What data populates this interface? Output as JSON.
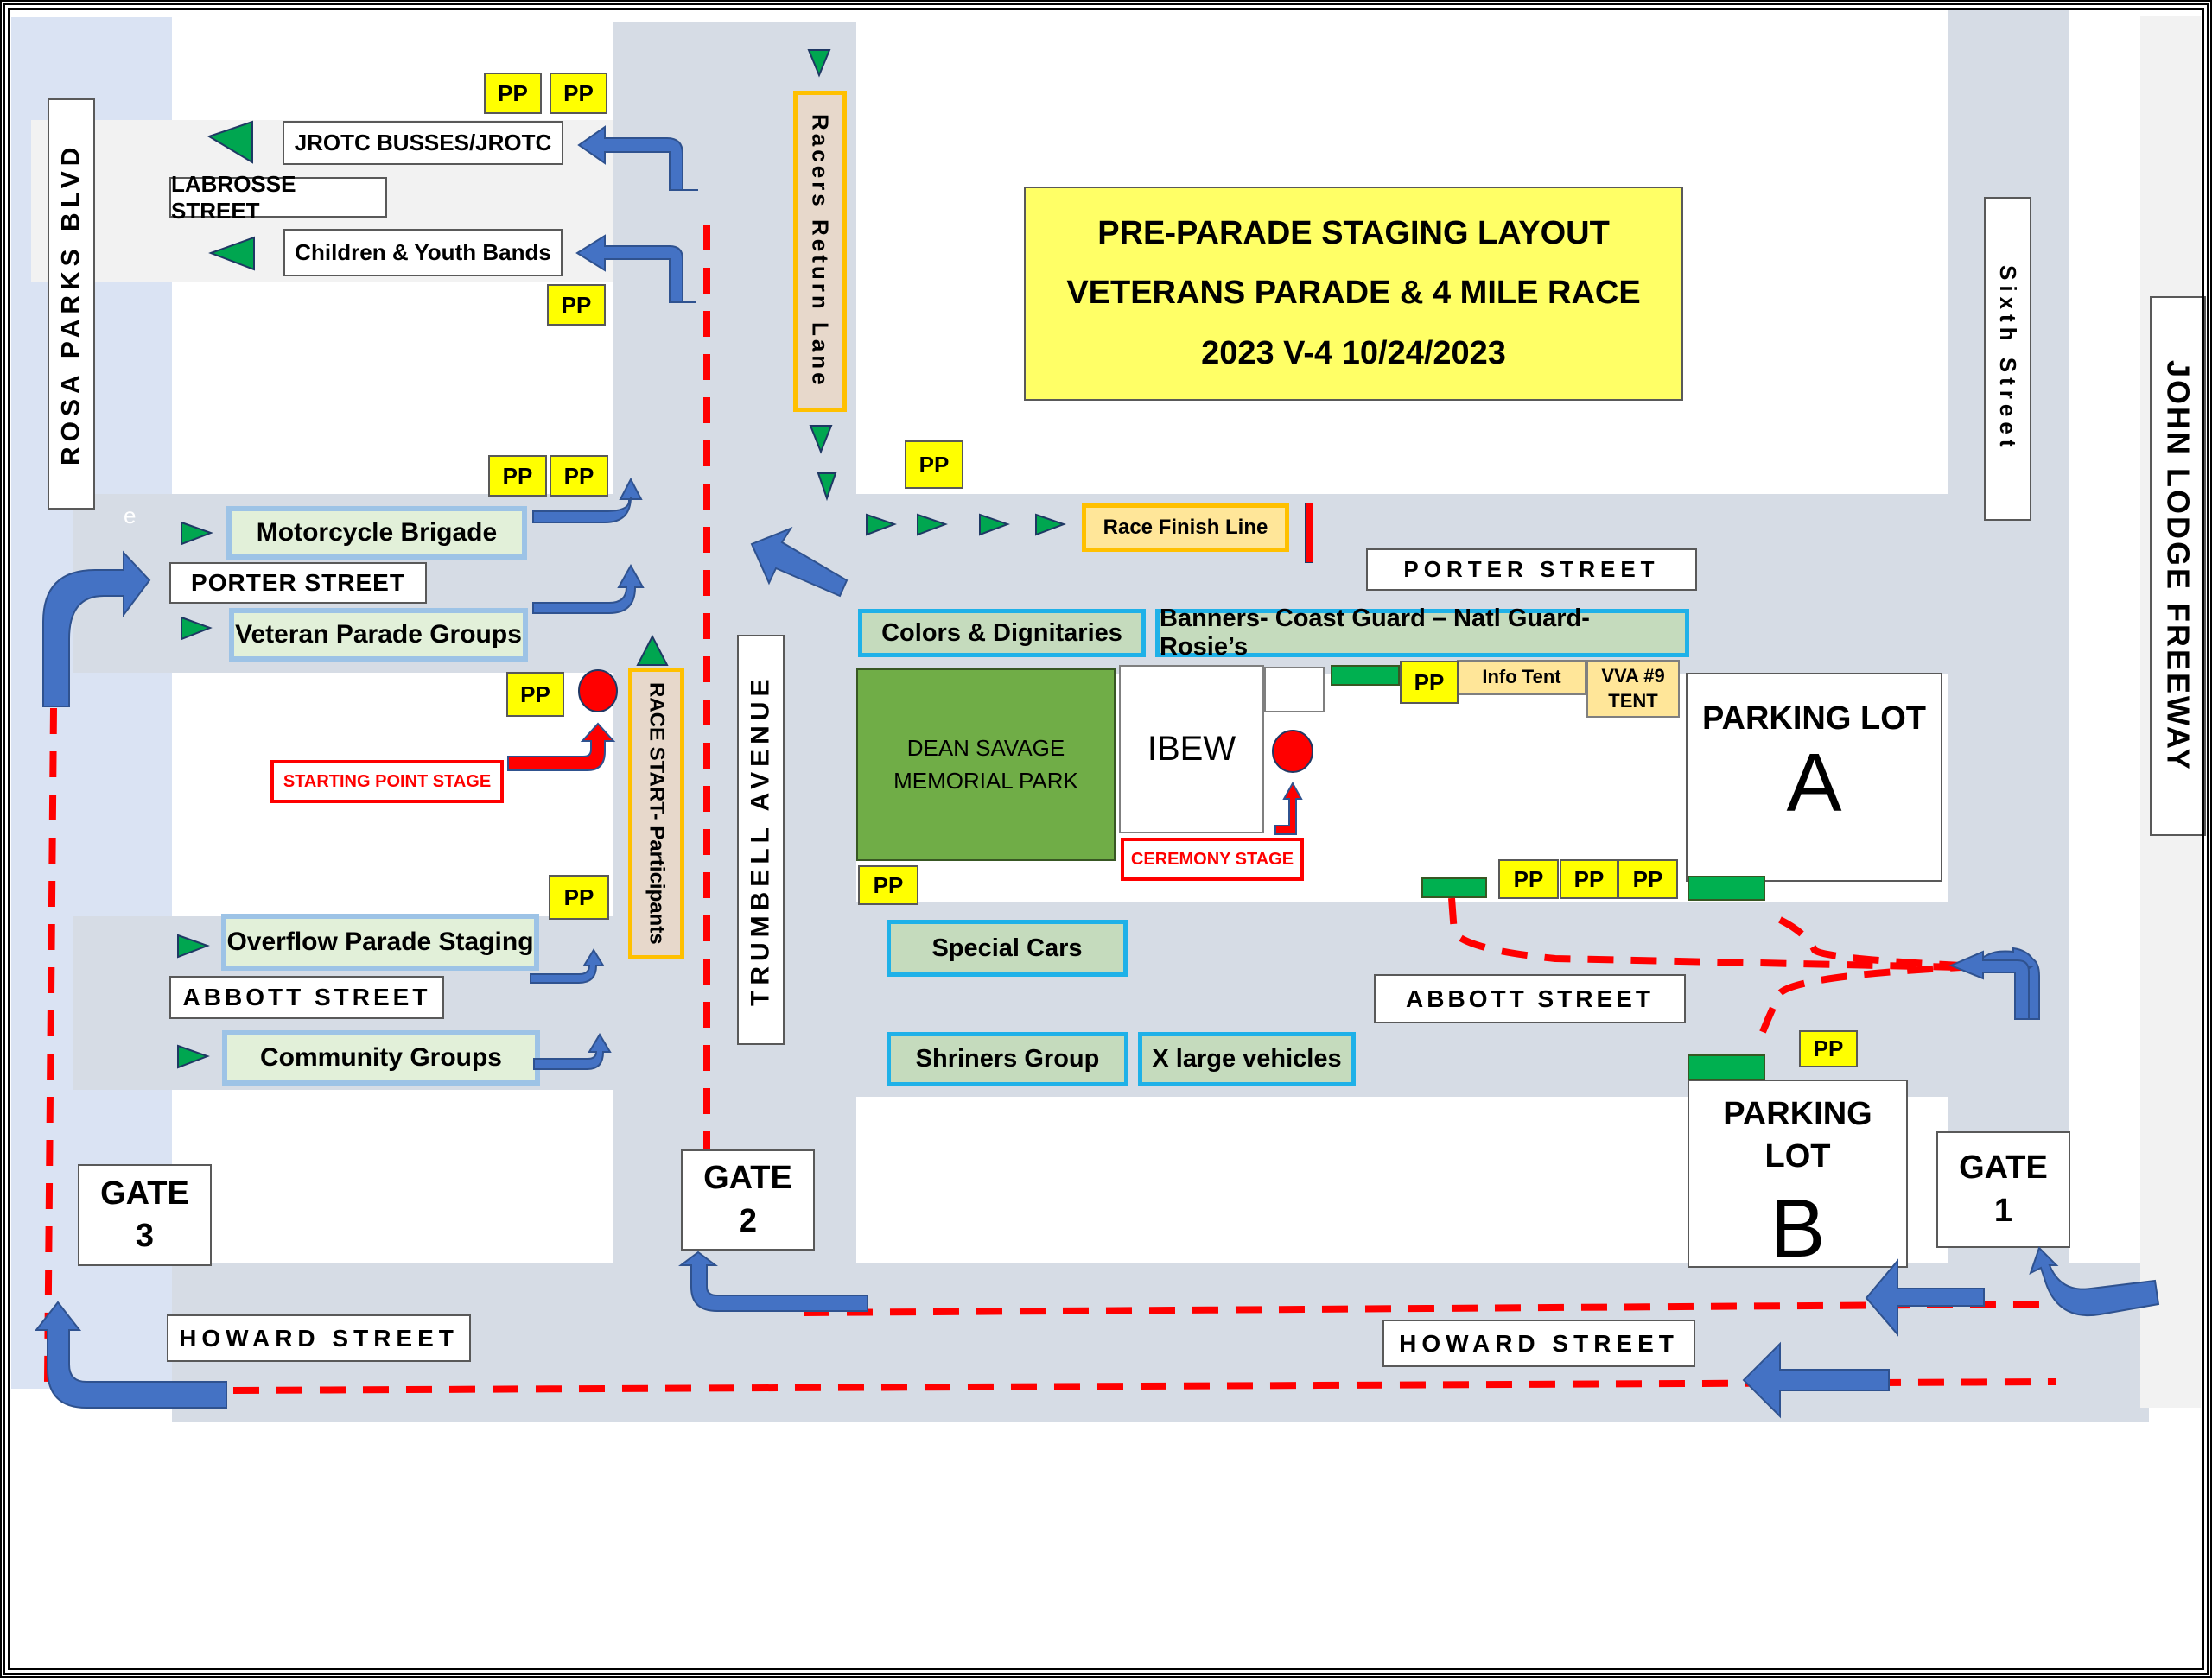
{
  "title": {
    "line1": "PRE-PARADE STAGING LAYOUT",
    "line2": "VETERANS PARADE & 4 MILE RACE",
    "line3": "2023 V-4 10/24/2023"
  },
  "streets": {
    "rosa_parks": "ROSA PARKS BLVD",
    "labrosse": "LABROSSE STREET",
    "porter_left": "PORTER STREET",
    "porter_right": "PORTER STREET",
    "abbott_left": "ABBOTT STREET",
    "abbott_right": "ABBOTT STREET",
    "howard_left": "HOWARD STREET",
    "howard_right": "HOWARD STREET",
    "trumbell": "TRUMBELL AVENUE",
    "sixth": "Sixth Street",
    "john_lodge": "JOHN LODGE FREEWAY"
  },
  "lanes": {
    "racers_return": "Racers Return Lane",
    "race_start": "RACE START- Participants",
    "race_finish": "Race Finish  Line"
  },
  "staging_groups": {
    "jrotc": "JROTC BUSSES/JROTC",
    "children_bands": "Children & Youth Bands",
    "motorcycle": "Motorcycle Brigade",
    "veteran_groups": "Veteran Parade Groups",
    "overflow": "Overflow Parade Staging",
    "community": "Community Groups",
    "colors": "Colors & Dignitaries",
    "banners": "Banners- Coast Guard – Natl Guard- Rosie’s",
    "special_cars": "Special Cars",
    "shriners": "Shriners Group",
    "x_large": "X large vehicles"
  },
  "places": {
    "park_line1": "DEAN SAVAGE",
    "park_line2": "MEMORIAL PARK",
    "ibew": "IBEW",
    "info_tent": "Info Tent",
    "vva_line1": "VVA #9",
    "vva_line2": "TENT",
    "lot_a_label": "PARKING LOT",
    "lot_a_letter": "A",
    "lot_b_line1": "PARKING",
    "lot_b_line2": "LOT",
    "lot_b_letter": "B"
  },
  "stages": {
    "starting_point": "STARTING POINT STAGE",
    "ceremony": "CEREMONY STAGE"
  },
  "gates": [
    {
      "label": "GATE",
      "number": "1"
    },
    {
      "label": "GATE",
      "number": "2"
    },
    {
      "label": "GATE",
      "number": "3"
    }
  ],
  "pp_label": "PP",
  "stray_mark": "e",
  "colors": {
    "road": "#d6dce5",
    "rosa_parks_column": "#dae3f3",
    "title_box": "#ffff66",
    "pp_box": "#ffff00",
    "route_arrow": "#4472c4",
    "race_route_dash": "#ff0000",
    "park": "#70ad47",
    "staging_arrow": "#00b050"
  }
}
